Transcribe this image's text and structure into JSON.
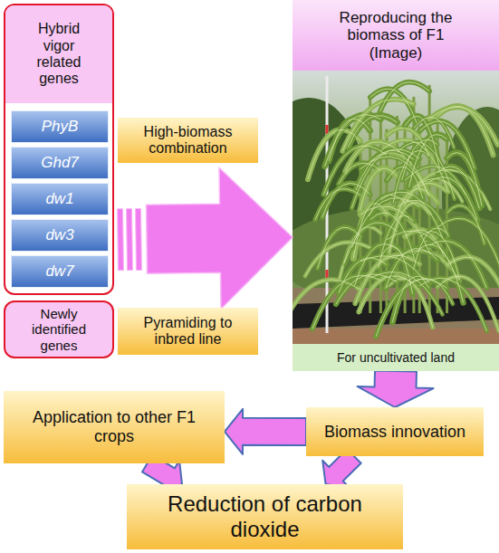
{
  "diagram": {
    "nodes": [
      {
        "text": [
          "Hybrid vigor related genes"
        ]
      },
      {
        "text": [
          "PhyB"
        ],
        "in": 0
      },
      {
        "text": [
          "Ghd7"
        ],
        "in": 0
      },
      {
        "text": [
          "dw1"
        ],
        "in": 0
      },
      {
        "text": [
          "dw3"
        ],
        "in": 0
      },
      {
        "text": [
          "dw7"
        ],
        "in": 0
      },
      {
        "text": [
          "Newly identified genes"
        ]
      },
      {
        "text": [
          "High-biomass combination"
        ]
      },
      {
        "text": [
          "Pyramiding to inbred line"
        ]
      },
      {
        "text": [
          "Reproducing the biomass of F1 (Image)"
        ]
      },
      {
        "text": [
          "For uncultivated land"
        ]
      },
      {
        "text": [
          "Biomass innovation"
        ]
      },
      {
        "text": [
          "Application to other F1 crops"
        ]
      },
      {
        "text": [
          "Reduction of carbon dioxide"
        ]
      }
    ],
    "edges": [
      {
        "from": 0,
        "to": 9,
        "arrow": "to"
      },
      {
        "from": 10,
        "to": 11,
        "arrow": "to"
      },
      {
        "from": 11,
        "to": 12,
        "arrow": "to"
      },
      {
        "from": 12,
        "to": 13,
        "arrow": "to"
      },
      {
        "from": 11,
        "to": 13,
        "arrow": "to"
      }
    ]
  }
}
